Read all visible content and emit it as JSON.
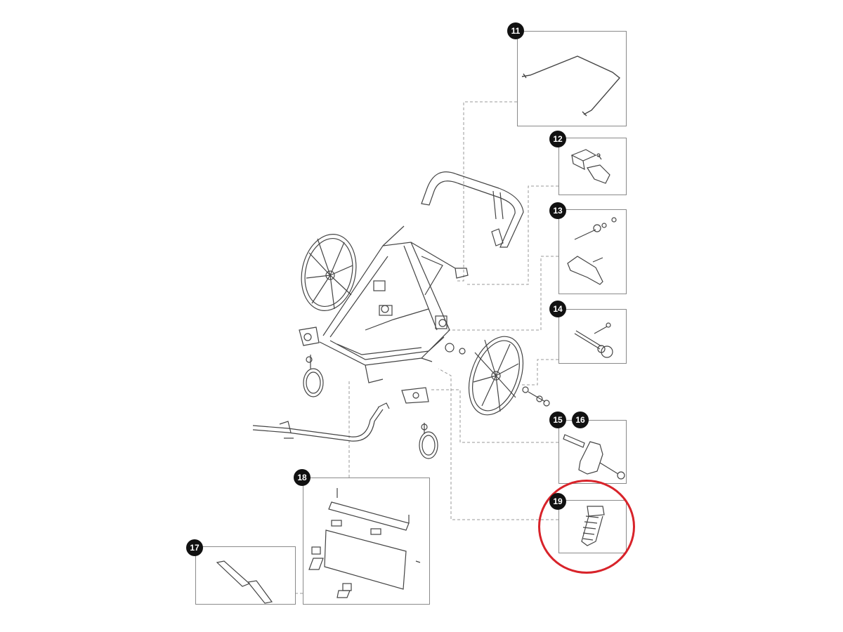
{
  "callouts": [
    {
      "id": "11",
      "label": "11"
    },
    {
      "id": "12",
      "label": "12"
    },
    {
      "id": "13",
      "label": "13"
    },
    {
      "id": "14",
      "label": "14"
    },
    {
      "id": "15",
      "label": "15"
    },
    {
      "id": "16",
      "label": "16"
    },
    {
      "id": "17",
      "label": "17"
    },
    {
      "id": "18",
      "label": "18"
    },
    {
      "id": "19",
      "label": "19"
    }
  ],
  "colors": {
    "line": "#444444",
    "box_border": "#8a8a8a",
    "badge_fill": "#111111",
    "badge_text": "#ffffff",
    "highlight": "#d8232a"
  },
  "highlighted_part": "19"
}
